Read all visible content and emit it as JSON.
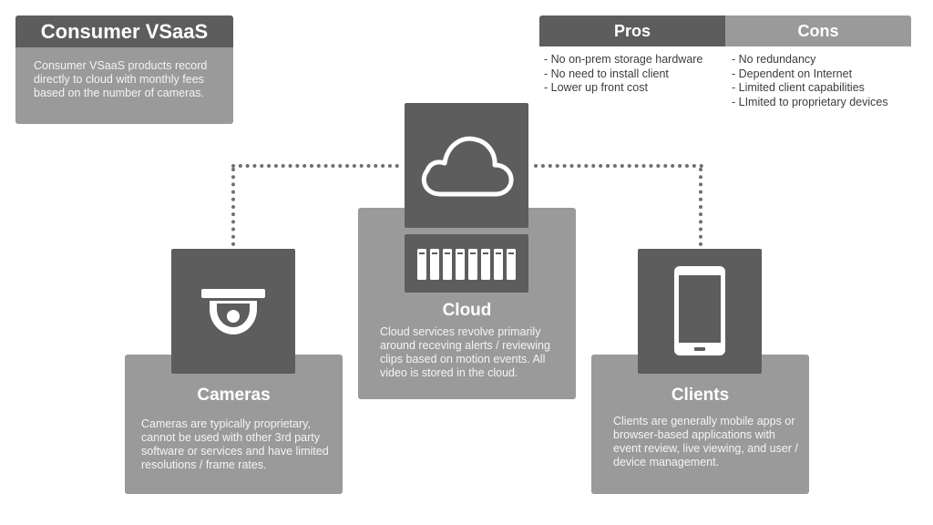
{
  "title": {
    "heading": "Consumer VSaaS",
    "description": "Consumer VSaaS products record directly to cloud with monthly fees based on the number of cameras."
  },
  "pros": {
    "heading": "Pros",
    "items": [
      "- No on-prem storage hardware",
      "- No need to install client",
      "- Lower up front cost"
    ]
  },
  "cons": {
    "heading": "Cons",
    "items": [
      "- No redundancy",
      "- Dependent on Internet",
      "- Limited client capabilities",
      "- LImited to proprietary devices"
    ]
  },
  "cloud": {
    "title": "Cloud",
    "description": "Cloud services revolve primarily around receving alerts / reviewing clips based on motion events. All video is stored in the cloud.",
    "icons": [
      "cloud-icon",
      "server-rack-icon"
    ]
  },
  "cameras": {
    "title": "Cameras",
    "description": "Cameras are typically proprietary, cannot be used with other 3rd party software or services and have limited resolutions / frame rates.",
    "icon": "dome-camera-icon"
  },
  "clients": {
    "title": "Clients",
    "description": "Clients are generally mobile apps or browser-based applications with event review, live viewing, and user / device management.",
    "icon": "tablet-icon"
  },
  "colors": {
    "dark": "#5d5d5d",
    "light": "#9a9a9a",
    "text": "#3c3c3c"
  }
}
